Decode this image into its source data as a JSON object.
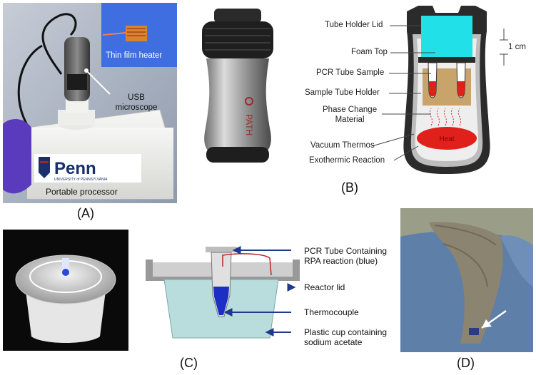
{
  "panel_a": {
    "label": "(A)",
    "heater_label": "Thin film heater",
    "microscope_label_line1": "USB",
    "microscope_label_line2": "microscope",
    "brand": "Penn",
    "brand_sub": "UNIVERSITY of PENNSYLVANIA",
    "processor_label": "Portable processor"
  },
  "panel_b": {
    "label": "(B)",
    "brand_text": "PATH",
    "labels": {
      "tube_holder_lid": "Tube Holder Lid",
      "foam_top": "Foam Top",
      "pcr_tube_sample": "PCR Tube Sample",
      "sample_tube_holder": "Sample Tube Holder",
      "phase_change_line1": "Phase Change",
      "phase_change_line2": "Material",
      "vacuum_thermos": "Vacuum Thermos",
      "exothermic_reaction": "Exothermic Reaction",
      "heat": "Heat",
      "scale": "1 cm"
    }
  },
  "panel_c": {
    "label": "(C)",
    "labels": {
      "pcr_tube_line1": "PCR Tube Containing",
      "pcr_tube_line2": "RPA reaction (blue)",
      "reactor_lid": "Reactor lid",
      "thermocouple": "Thermocouple",
      "cup_line1": "Plastic cup containing",
      "cup_line2": "sodium acetate"
    }
  },
  "panel_d": {
    "label": "(D)"
  },
  "colors": {
    "glove": "#5b3bbd",
    "foam": "#22e0e8",
    "pcm": "#c8a36a",
    "heat": "#e0201a",
    "cup": "#b9dcdc",
    "arrow_blue": "#1f3a8c",
    "wire_red": "#b3242a",
    "shirt": "#5d7fa8"
  }
}
